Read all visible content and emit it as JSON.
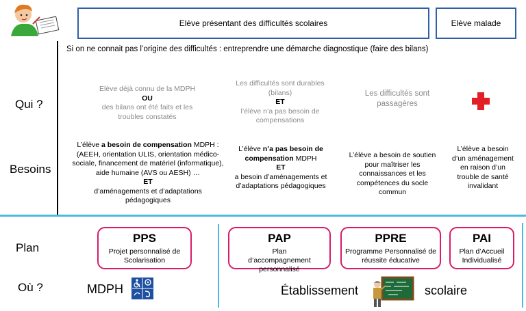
{
  "header": {
    "box_difficulties": "Elève présentant des difficultés scolaires",
    "box_sick": "Elève malade"
  },
  "intro_note": "Si on ne connait pas l’origine des difficultés : entreprendre une démarche diagnostique (faire des bilans)",
  "row_labels": {
    "qui": "Qui ?",
    "besoins": "Besoins",
    "plan": "Plan",
    "ou": "Où ?"
  },
  "qui": {
    "col1": {
      "line1": "Elève déjà connu de la MDPH",
      "connector": "OU",
      "line2": "des bilans ont été faits et les troubles constatés"
    },
    "col2": {
      "line1": "Les difficultés sont durables (bilans)",
      "connector": "ET",
      "line2": "l’élève n’a pas besoin de compensations"
    },
    "col3": {
      "line1": "Les difficultés sont passagères"
    },
    "col4": {
      "icon": "red-cross-icon"
    }
  },
  "besoins": {
    "col1": {
      "p1": "L’élève ",
      "p1_bold": "a besoin de compensation",
      "p1_end": " MDPH :",
      "p2": "(AEEH, orientation ULIS, orientation médico-sociale, financement de matériel (informatique), aide humaine (AVS ou AESH) …",
      "connector": "ET",
      "p3": "d’aménagements et d’adaptations pédagogiques"
    },
    "col2": {
      "p1": "L’élève ",
      "p1_bold": "n’a pas besoin de compensation",
      "p1_end": " MDPH",
      "connector": "ET",
      "p2": "a besoin d’aménagements et d’adaptations pédagogiques"
    },
    "col3": {
      "text": "L’élève a besoin de soutien pour maîtriser les connaissances et les compétences du socle commun"
    },
    "col4": {
      "text": "L’élève a besoin d’un aménagement en raison d’un trouble de santé invalidant"
    }
  },
  "plans": [
    {
      "acronym": "PPS",
      "description": "Projet personnalisé de Scolarisation"
    },
    {
      "acronym": "PAP",
      "description": "Plan d’accompagnement personnalisé"
    },
    {
      "acronym": "PPRE",
      "description": "Programme Personnalisé de réussite éducative"
    },
    {
      "acronym": "PAI",
      "description": "Plan d’Accueil Individualisé"
    }
  ],
  "where": {
    "mdph": "MDPH",
    "etablissement": "Établissement",
    "scolaire": "scolaire"
  },
  "colors": {
    "header_border": "#2e5fa8",
    "plan_border": "#d81b6b",
    "separator_blue": "#4db8e0",
    "cross_red": "#e41e26",
    "grey_text": "#8a8a8a",
    "accessibility_blue": "#1f4fa0"
  }
}
